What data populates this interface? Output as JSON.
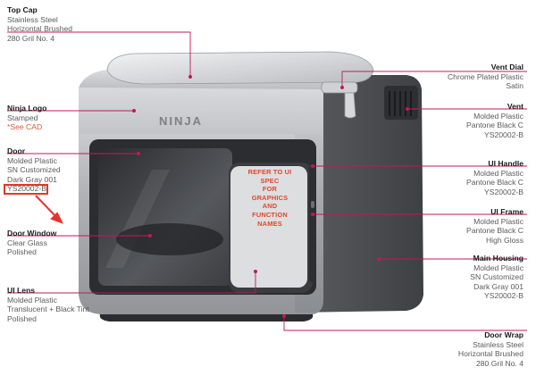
{
  "callouts": {
    "top_cap": {
      "title": "Top Cap",
      "lines": [
        "Stainless Steel",
        "Horizontal Brushed",
        "280 Gril No. 4"
      ]
    },
    "ninja_logo": {
      "title": "Ninja Logo",
      "lines": [
        "Stamped"
      ],
      "note": "*See CAD"
    },
    "door": {
      "title": "Door",
      "lines": [
        "Molded Plastic",
        "SN Customized",
        "Dark Gray 001",
        "YS20002-B"
      ]
    },
    "door_window": {
      "title": "Door Window",
      "lines": [
        "Clear Glass",
        "Polished"
      ]
    },
    "ui_lens": {
      "title": "UI Lens",
      "lines": [
        "Molded Plastic",
        "Translucent + Black Tint",
        "Polished"
      ]
    },
    "vent_dial": {
      "title": "Vent Dial",
      "lines": [
        "Chrome Plated Plastic",
        "Satin"
      ]
    },
    "vent": {
      "title": "Vent",
      "lines": [
        "Molded Plastic",
        "Pantone Black C",
        "YS20002-B"
      ]
    },
    "ui_handle": {
      "title": "UI Handle",
      "lines": [
        "Molded Plastic",
        "Pantone Black C",
        "YS20002-B"
      ]
    },
    "ui_frame": {
      "title": "UI Frame",
      "lines": [
        "Molded Plastic",
        "Pantone Black C",
        "High Gloss"
      ]
    },
    "main_housing": {
      "title": "Main Housing",
      "lines": [
        "Molded Plastic",
        "SN Customized",
        "Dark Gray 001",
        "YS20002-B"
      ]
    },
    "door_wrap": {
      "title": "Door Wrap",
      "lines": [
        "Stainless Steel",
        "Horizontal Brushed",
        "280 Gril No. 4"
      ]
    }
  },
  "product": {
    "logo_text": "NINJA",
    "spec_note_lines": [
      "REFER TO UI",
      "SPEC",
      "FOR",
      "GRAPHICS",
      "AND",
      "FUNCTION",
      "NAMES"
    ]
  },
  "colors": {
    "leader_line": "#c2185b",
    "highlight": "#e8332b",
    "note_text": "#e0462a",
    "housing": "#4a4c50",
    "steel": "#b9bcbf"
  }
}
